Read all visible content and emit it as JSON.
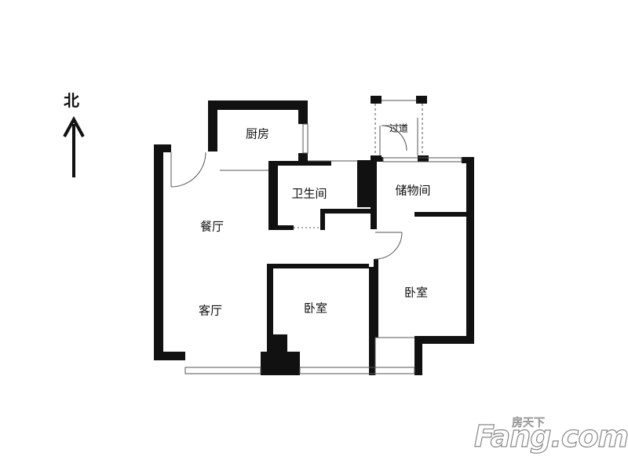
{
  "compass": {
    "label": "北",
    "icon": "north-arrow-icon"
  },
  "rooms": {
    "kitchen": "厨房",
    "bathroom": "卫生间",
    "passage": "过道",
    "storage": "储物间",
    "dining": "餐厅",
    "living": "客厅",
    "bedroom_left": "卧室",
    "bedroom_right": "卧室"
  },
  "watermark": {
    "brand": "Fang.com",
    "sub": "房天下",
    "icon": "fang-logo-icon"
  },
  "colors": {
    "wall": "#111111",
    "line": "#555555",
    "background": "#ffffff"
  }
}
